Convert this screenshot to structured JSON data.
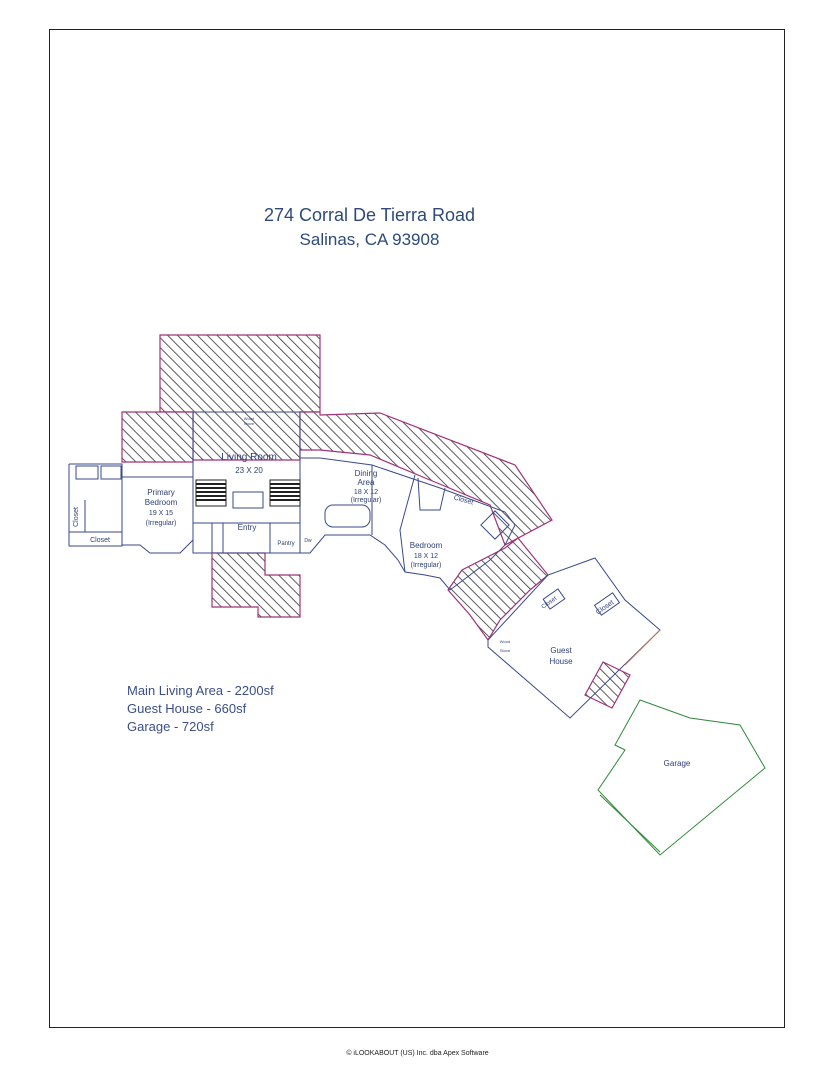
{
  "address": {
    "line1": "274 Corral De Tierra Road",
    "line2": "Salinas, CA 93908"
  },
  "areas": [
    "Main Living Area - 2200sf",
    "Guest House - 660sf",
    "Garage - 720sf"
  ],
  "rooms": {
    "living_name": "Living Room",
    "living_dim": "23 X 20",
    "wood_stove_1a": "Wood",
    "wood_stove_1b": "Stove",
    "primary_1": "Primary",
    "primary_2": "Bedroom",
    "primary_3": "19 X 15",
    "primary_4": "(Irregular)",
    "dining_1": "Dining",
    "dining_2": "Area",
    "dining_3": "18 X 12",
    "dining_4": "(Irregular)",
    "bedroom_1": "Bedroom",
    "bedroom_2": "18 X 12",
    "bedroom_3": "(Irregular)",
    "entry": "Entry",
    "pantry": "Pantry",
    "dw": "Dw",
    "closet_primary_v": "Closet",
    "closet_primary_h": "Closet",
    "closet_bedroom": "Closet",
    "closet_guest_1": "Closet",
    "closet_guest_2": "Closet",
    "wood_stove_2a": "Wood",
    "wood_stove_2b": "Stove",
    "guest_1": "Guest",
    "guest_2": "House",
    "garage": "Garage"
  },
  "copyright": "© iLOOKABOUT (US) Inc. dba Apex Software",
  "colors": {
    "exterior": "#a0327a",
    "interior": "#3a4a8a",
    "garage": "#2f8a3a",
    "guest_accent": "#d0703a"
  }
}
